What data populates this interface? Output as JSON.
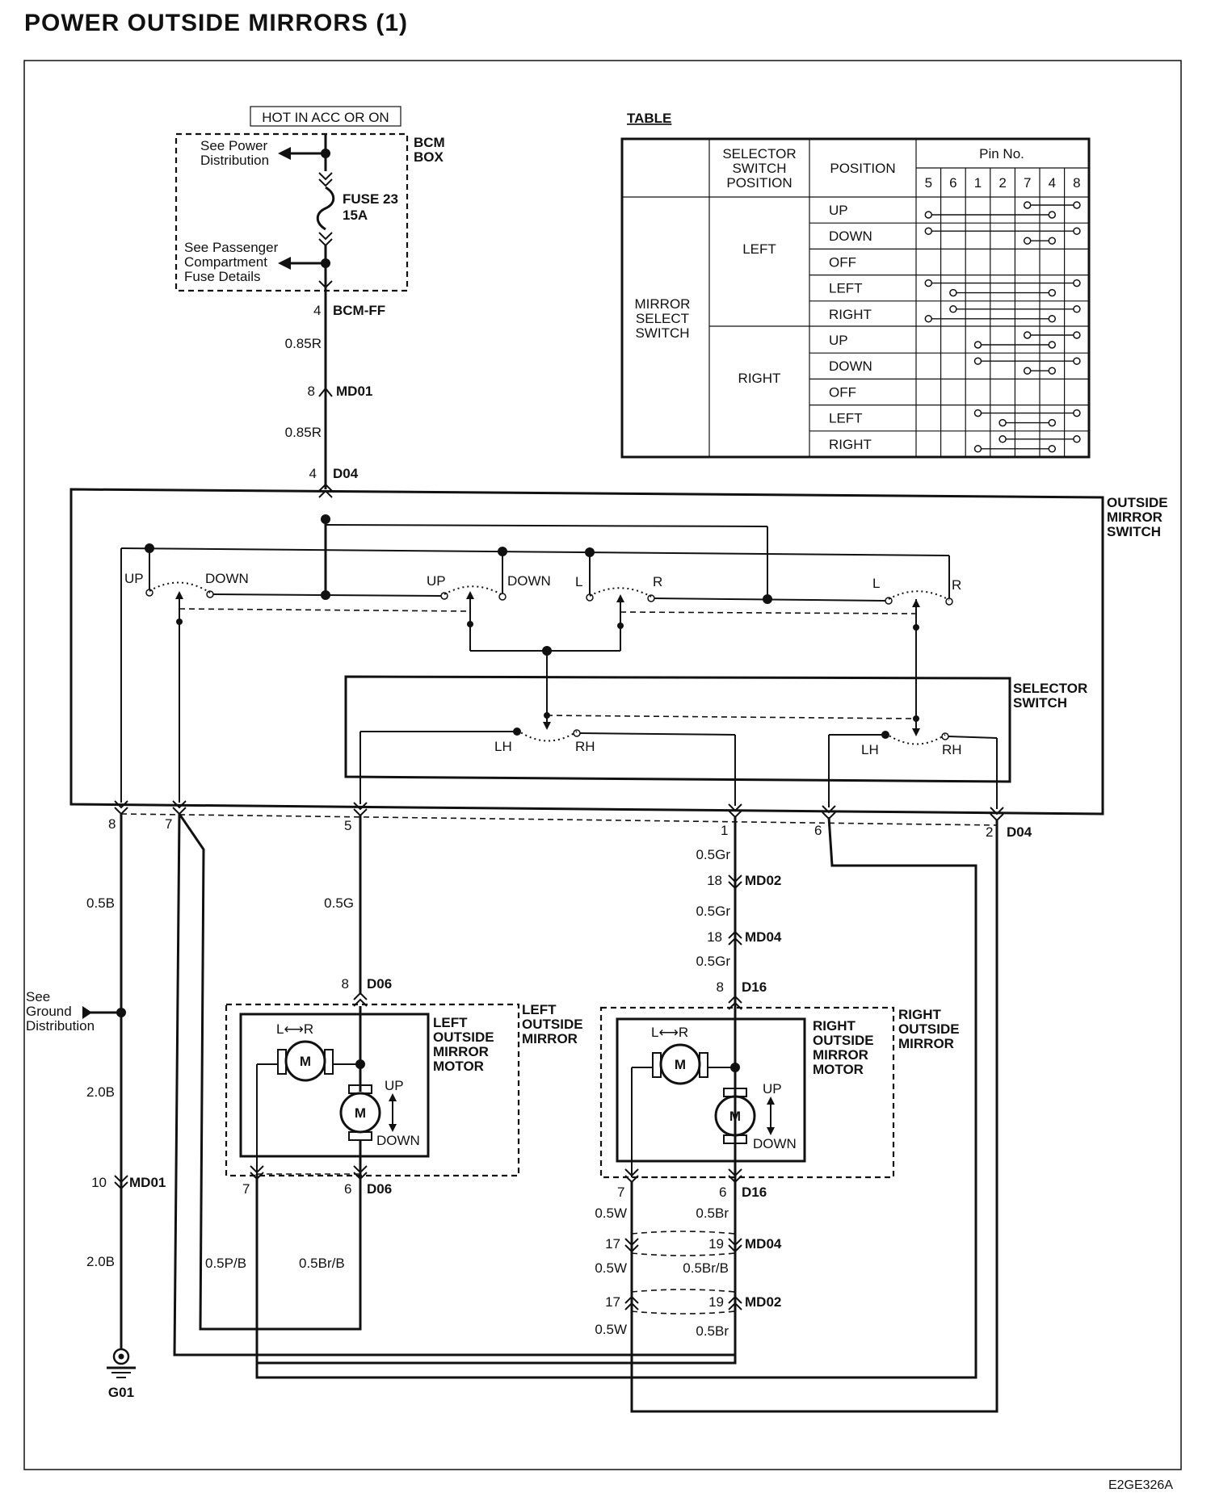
{
  "title": "POWER OUTSIDE MIRRORS (1)",
  "figure_id": "E2GE326A",
  "power": {
    "hot_label": "HOT IN ACC OR ON",
    "bcm_box_label": [
      "BCM",
      "BOX"
    ],
    "see_power_distribution": [
      "See Power",
      "Distribution"
    ],
    "fuse_label": [
      "FUSE 23",
      "15A"
    ],
    "see_passenger_fuse": [
      "See Passenger",
      "Compartment",
      "Fuse Details"
    ]
  },
  "connectors": {
    "bcm_ff": {
      "pin": "4",
      "name": "BCM-FF"
    },
    "md01_top": {
      "pin": "8",
      "name": "MD01"
    },
    "d04_top": {
      "pin": "4",
      "name": "D04"
    },
    "md01_bottom": {
      "pin": "10",
      "name": "MD01"
    },
    "d06_top": {
      "pin": "8",
      "name": "D06"
    },
    "d06_bottom": {
      "pins": [
        "7",
        "6"
      ],
      "name": "D06"
    },
    "md02_top": {
      "pin": "18",
      "name": "MD02"
    },
    "md04_top": {
      "pin": "18",
      "name": "MD04"
    },
    "d16_top": {
      "pin": "8",
      "name": "D16"
    },
    "d16_bottom": {
      "pins": [
        "7",
        "6"
      ],
      "name": "D16"
    },
    "md04_bottom": {
      "pins": [
        "17",
        "19"
      ],
      "name": "MD04"
    },
    "md02_bottom": {
      "pins": [
        "17",
        "19"
      ],
      "name": "MD02"
    },
    "d04_bottom": {
      "pins": [
        "8",
        "7",
        "5",
        "1",
        "6",
        "2"
      ],
      "name": "D04"
    }
  },
  "wires": {
    "w085r_1": "0.85R",
    "w085r_2": "0.85R",
    "w05b": "0.5B",
    "w05g": "0.5G",
    "w05gr_1": "0.5Gr",
    "w05gr_2": "0.5Gr",
    "w05gr_3": "0.5Gr",
    "w20b_1": "2.0B",
    "w20b_2": "2.0B",
    "w05pb": "0.5P/B",
    "w05brb": "0.5Br/B",
    "w05w_1": "0.5W",
    "w05w_2": "0.5W",
    "w05w_3": "0.5W",
    "w05br_1": "0.5Br",
    "w05brb_2": "0.5Br/B",
    "w05br_3": "0.5Br"
  },
  "ground": {
    "see_ground": [
      "See",
      "Ground",
      "Distribution"
    ],
    "ground_id": "G01"
  },
  "switch": {
    "outside_mirror_switch": [
      "OUTSIDE",
      "MIRROR",
      "SWITCH"
    ],
    "selector_switch": [
      "SELECTOR",
      "SWITCH"
    ],
    "up1": "UP",
    "down1": "DOWN",
    "up2": "UP",
    "down2": "DOWN",
    "l1": "L",
    "r1": "R",
    "l2": "L",
    "r2": "R",
    "lh1": "LH",
    "rh1": "RH",
    "lh2": "LH",
    "rh2": "RH"
  },
  "left_mirror": {
    "motor_label": [
      "LEFT",
      "OUTSIDE",
      "MIRROR",
      "MOTOR"
    ],
    "mirror_label": [
      "LEFT",
      "OUTSIDE",
      "MIRROR"
    ],
    "lr": "L⟷R",
    "m1": "M",
    "m2": "M",
    "up": "UP",
    "down": "DOWN"
  },
  "right_mirror": {
    "motor_label": [
      "RIGHT",
      "OUTSIDE",
      "MIRROR",
      "MOTOR"
    ],
    "mirror_label": [
      "RIGHT",
      "OUTSIDE",
      "MIRROR"
    ],
    "lr": "L⟷R",
    "m1": "M",
    "m2": "M",
    "up": "UP",
    "down": "DOWN"
  },
  "table": {
    "caption": "TABLE",
    "header_selector": [
      "SELECTOR",
      "SWITCH",
      "POSITION"
    ],
    "header_position": "POSITION",
    "header_pin": "Pin No.",
    "pins": [
      "5",
      "6",
      "1",
      "2",
      "7",
      "4",
      "8"
    ],
    "row_group": [
      "MIRROR",
      "SELECT",
      "SWITCH"
    ],
    "selector_left": "LEFT",
    "selector_right": "RIGHT",
    "positions": [
      "UP",
      "DOWN",
      "OFF",
      "LEFT",
      "RIGHT",
      "UP",
      "DOWN",
      "OFF",
      "LEFT",
      "RIGHT"
    ],
    "connections": [
      [
        [
          "7",
          "8"
        ],
        [
          "5",
          "4"
        ]
      ],
      [
        [
          "5",
          "8"
        ],
        [
          "7",
          "4"
        ]
      ],
      [],
      [
        [
          "5",
          "8"
        ],
        [
          "6",
          "4"
        ]
      ],
      [
        [
          "6",
          "8"
        ],
        [
          "5",
          "4"
        ]
      ],
      [
        [
          "7",
          "8"
        ],
        [
          "1",
          "4"
        ]
      ],
      [
        [
          "1",
          "8"
        ],
        [
          "7",
          "4"
        ]
      ],
      [],
      [
        [
          "1",
          "8"
        ],
        [
          "2",
          "4"
        ]
      ],
      [
        [
          "2",
          "8"
        ],
        [
          "1",
          "4"
        ]
      ]
    ]
  }
}
